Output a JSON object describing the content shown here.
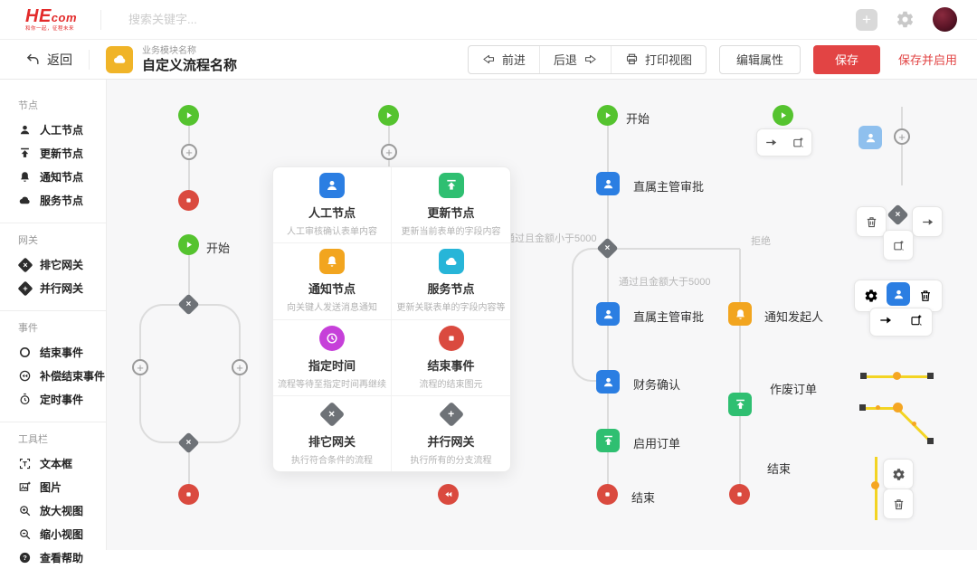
{
  "colors": {
    "accent_red": "#e24444",
    "logo_red": "#e32b2b",
    "start_green": "#55c32f",
    "update_green": "#2fbf71",
    "user_blue": "#2b7ee2",
    "selected_blue": "#8fc0ee",
    "notify_orange": "#f2a51f",
    "service_cyan": "#27b5d8",
    "timer_purple": "#c640d9",
    "end_red": "#da4a3f",
    "gateway_gray": "#6e7277",
    "selection_yellow": "#f3d423"
  },
  "header": {
    "logo_text": "HEcom",
    "logo_tagline": "和你一起，征程未来",
    "search_placeholder": "搜索关键字..."
  },
  "toolbar": {
    "back": "返回",
    "module_label": "业务模块名称",
    "flow_name": "自定义流程名称",
    "forward": "前进",
    "backward": "后退",
    "print_view": "打印视图",
    "edit_props": "编辑属性",
    "save": "保存",
    "save_and_enable": "保存并启用"
  },
  "sidebar": {
    "sections": [
      {
        "title": "节点",
        "items": [
          {
            "icon": "user",
            "label": "人工节点"
          },
          {
            "icon": "upload",
            "label": "更新节点"
          },
          {
            "icon": "bell",
            "label": "通知节点"
          },
          {
            "icon": "cloud",
            "label": "服务节点"
          }
        ]
      },
      {
        "title": "网关",
        "items": [
          {
            "icon": "diamond-x",
            "label": "排它网关"
          },
          {
            "icon": "diamond-plus",
            "label": "并行网关"
          }
        ]
      },
      {
        "title": "事件",
        "items": [
          {
            "icon": "end-circle",
            "label": "结束事件"
          },
          {
            "icon": "rewind-circle",
            "label": "补偿结束事件"
          },
          {
            "icon": "clock-o",
            "label": "定时事件"
          }
        ]
      },
      {
        "title": "工具栏",
        "items": [
          {
            "icon": "textbox",
            "label": "文本框"
          },
          {
            "icon": "image",
            "label": "图片"
          },
          {
            "icon": "zoom-in",
            "label": "放大视图"
          },
          {
            "icon": "zoom-out",
            "label": "缩小视图"
          },
          {
            "icon": "help",
            "label": "查看帮助"
          }
        ]
      }
    ]
  },
  "palette": {
    "items": [
      {
        "icon": "user",
        "shape": "square",
        "color": "#2b7ee2",
        "title": "人工节点",
        "desc": "人工审核确认表单内容"
      },
      {
        "icon": "upload",
        "shape": "square",
        "color": "#2fbf71",
        "title": "更新节点",
        "desc": "更新当前表单的字段内容"
      },
      {
        "icon": "bell",
        "shape": "square",
        "color": "#f2a51f",
        "title": "通知节点",
        "desc": "向关键人发送消息通知"
      },
      {
        "icon": "cloud",
        "shape": "square",
        "color": "#27b5d8",
        "title": "服务节点",
        "desc": "更新关联表单的字段内容等"
      },
      {
        "icon": "clock",
        "shape": "circle",
        "color": "#c640d9",
        "title": "指定时间",
        "desc": "流程等待至指定时间再继续"
      },
      {
        "icon": "stop",
        "shape": "circle",
        "color": "#da4a3f",
        "title": "结束事件",
        "desc": "流程的结束图元"
      },
      {
        "icon": "diamond-x",
        "shape": "diamond",
        "color": "#6e7277",
        "title": "排它网关",
        "desc": "执行符合条件的流程"
      },
      {
        "icon": "diamond-plus",
        "shape": "diamond",
        "color": "#6e7277",
        "title": "并行网关",
        "desc": "执行所有的分支流程"
      }
    ]
  },
  "canvas": {
    "labels": {
      "start_a": "开始",
      "start_main": "开始",
      "approve_1": "直属主管审批",
      "approve_2": "直属主管审批",
      "cond_less": "通过且金额小于5000",
      "cond_greater": "通过且金额大于5000",
      "reject": "拒绝",
      "notify_initiator": "通知发起人",
      "finance_confirm": "财务确认",
      "cancel_order": "作废订单",
      "enable_order": "启用订单",
      "end_main": "结束",
      "end_branch": "结束"
    }
  }
}
